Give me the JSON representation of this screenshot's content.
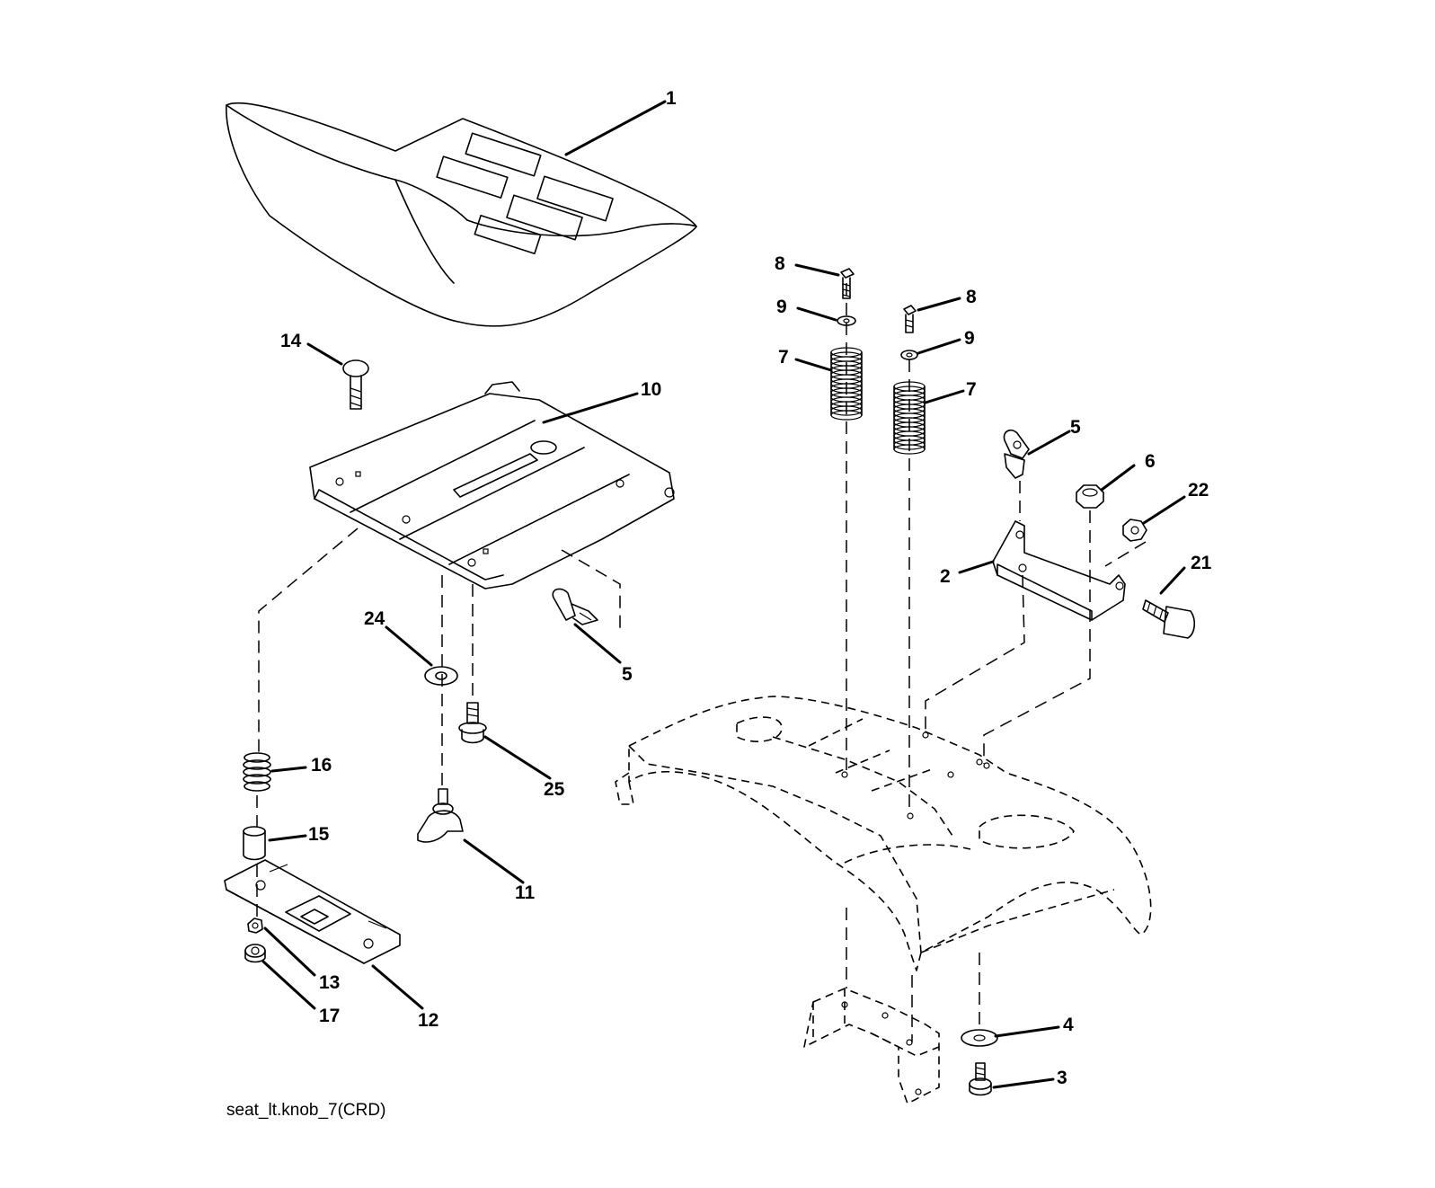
{
  "caption": "seat_lt.knob_7(CRD)",
  "callouts": {
    "c1": "1",
    "c2": "2",
    "c3": "3",
    "c4": "4",
    "c5a": "5",
    "c5b": "5",
    "c6": "6",
    "c7a": "7",
    "c7b": "7",
    "c8a": "8",
    "c8b": "8",
    "c9a": "9",
    "c9b": "9",
    "c10": "10",
    "c11": "11",
    "c12": "12",
    "c13": "13",
    "c14": "14",
    "c15": "15",
    "c16": "16",
    "c17": "17",
    "c21": "21",
    "c22": "22",
    "c24": "24",
    "c25": "25"
  }
}
